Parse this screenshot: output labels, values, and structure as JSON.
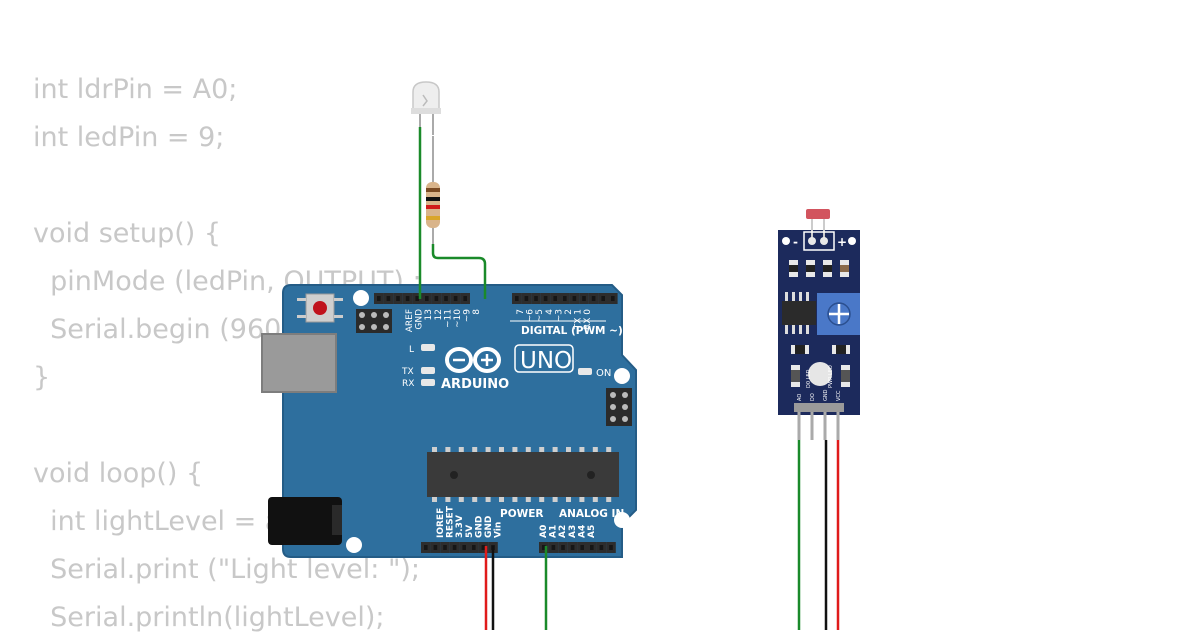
{
  "code_lines": [
    "int ldrPin = A0;",
    "int ledPin = 9;",
    "",
    "void setup() {",
    "  pinMode (ledPin, OUTPUT) ;",
    "  Serial.begin (9600);",
    "}",
    "",
    "void loop() {",
    "  int lightLevel = analogRead(ldrPin);",
    "  Serial.print (\"Light level: \");",
    "  Serial.println(lightLevel);"
  ],
  "board": {
    "brand": "ARDUINO",
    "model": "UNO",
    "digital_label": "DIGITAL (PWM ~)",
    "power_label": "POWER",
    "analog_label": "ANALOG IN",
    "led_l": "L",
    "led_tx": "TX",
    "led_rx": "RX",
    "led_on": "ON",
    "digital_pins": [
      "AREF",
      "GND",
      "13",
      "12",
      "~11",
      "~10",
      "~9",
      "8",
      "7",
      "~6",
      "~5",
      "4",
      "~3",
      "2",
      "TX 1",
      "RX 0"
    ],
    "power_pins": [
      "IOREF",
      "RESET",
      "3.3V",
      "5V",
      "GND",
      "GND",
      "Vin"
    ],
    "analog_pins": [
      "A0",
      "A1",
      "A2",
      "A3",
      "A4",
      "A5"
    ]
  },
  "sensor_module": {
    "polarity_minus": "-",
    "polarity_plus": "+",
    "pins": [
      "AO",
      "DO",
      "GND",
      "VCC"
    ],
    "led_left_label": "D0 LED",
    "led_right_label": "PWR LED"
  },
  "colors": {
    "board": "#2e6f9e",
    "module": "#1c2a5c",
    "wire_signal": "#1a8a2a",
    "wire_power": "#e01b1b",
    "wire_ground": "#111111",
    "code_text": "#c8c8c8"
  }
}
